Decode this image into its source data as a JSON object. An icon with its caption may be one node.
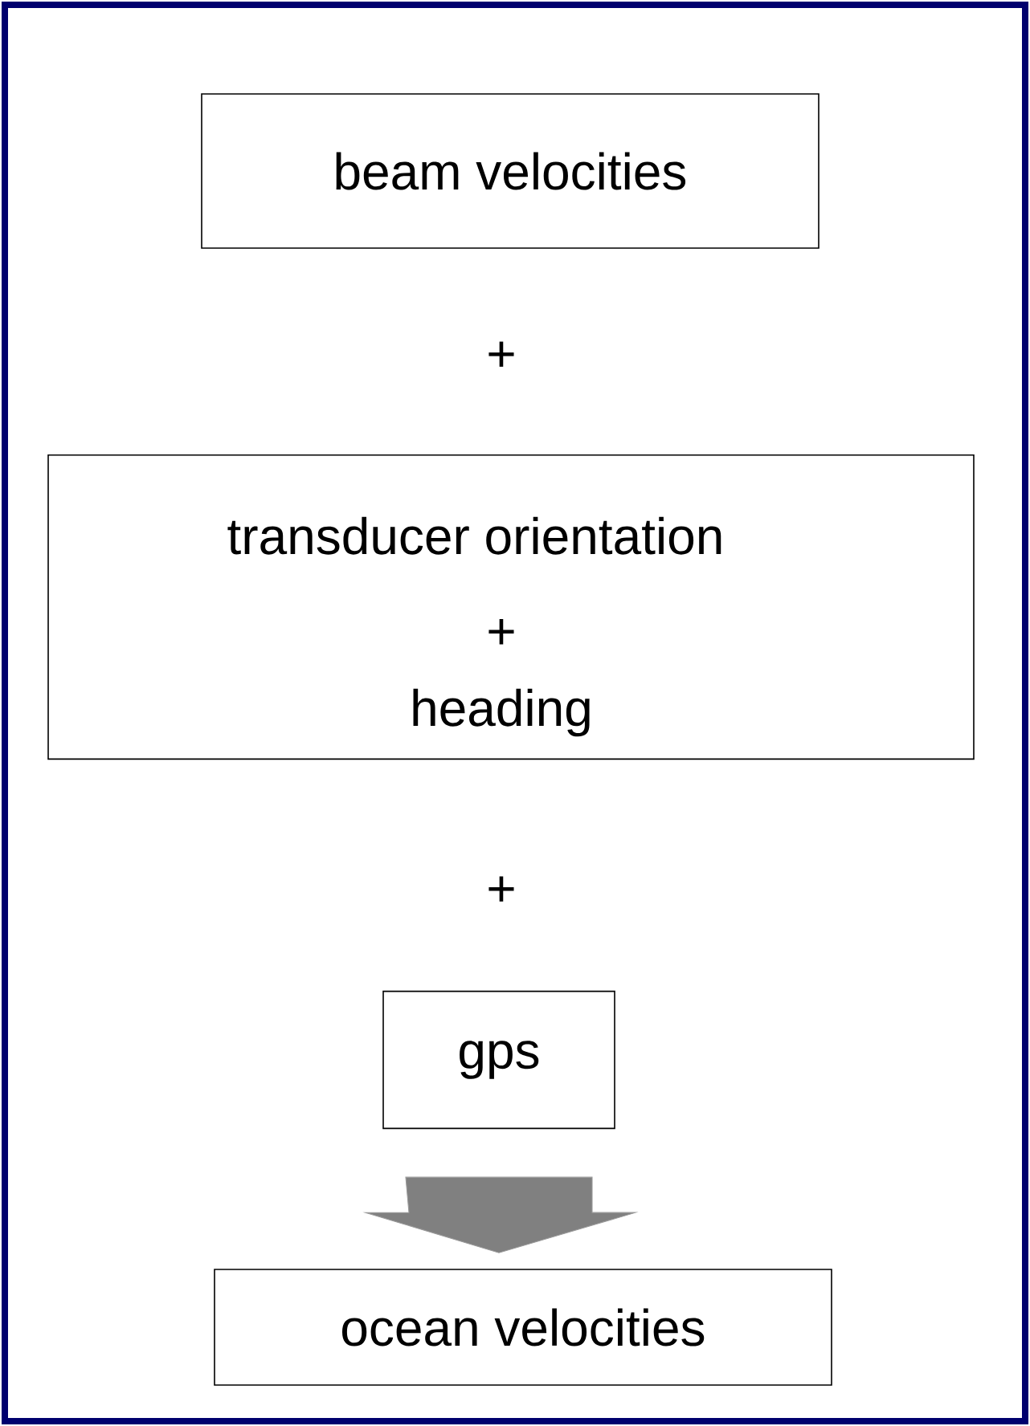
{
  "diagram": {
    "nodes": [
      {
        "text": [
          "beam velocities"
        ]
      },
      {
        "text": [
          "transducer orientation",
          "+",
          "heading"
        ]
      },
      {
        "text": [
          "gps"
        ]
      },
      {
        "text": [
          "ocean velocities"
        ]
      }
    ],
    "edges": [
      {
        "from": 2,
        "to": 3,
        "arrow": "to"
      }
    ],
    "labels": [
      "+",
      "+"
    ]
  }
}
